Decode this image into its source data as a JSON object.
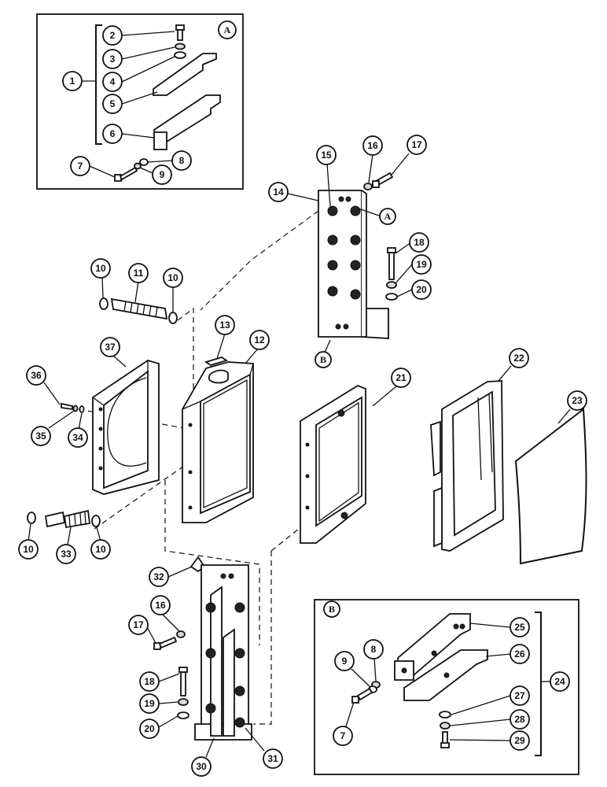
{
  "insets": {
    "A": {
      "letter": "A"
    },
    "B": {
      "letter": "B"
    }
  },
  "callouts": {
    "c1": "1",
    "c2": "2",
    "c3": "3",
    "c4": "4",
    "c5": "5",
    "c6": "6",
    "c7a": "7",
    "c8a": "8",
    "c9a": "9",
    "c10a": "10",
    "c10b": "10",
    "c10c": "10",
    "c10d": "10",
    "c11": "11",
    "c12": "12",
    "c13": "13",
    "c14": "14",
    "c15": "15",
    "c16a": "16",
    "c17a": "17",
    "c18a": "18",
    "c19a": "19",
    "c20a": "20",
    "c21": "21",
    "c22": "22",
    "c23": "23",
    "c24": "24",
    "c25": "25",
    "c26": "26",
    "c27": "27",
    "c28": "28",
    "c29": "29",
    "c30": "30",
    "c31": "31",
    "c32": "32",
    "c33": "33",
    "c34": "34",
    "c35": "35",
    "c36": "36",
    "c37": "37",
    "c16b": "16",
    "c17b": "17",
    "c18b": "18",
    "c19b": "19",
    "c20b": "20",
    "c7b": "7",
    "c8b": "8",
    "c9b": "9"
  },
  "refs": {
    "refA": "A",
    "refB": "B"
  }
}
